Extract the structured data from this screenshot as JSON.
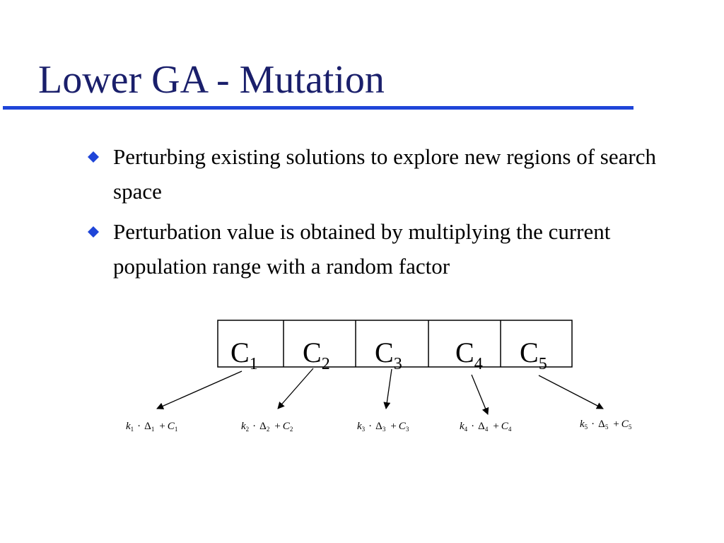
{
  "slide": {
    "title": "Lower GA - Mutation",
    "accent_color": "#1f45d8",
    "title_color": "#1a1f6b",
    "bullet_icon": "diamond-bullet-icon",
    "bullets": [
      "Perturbing existing solutions to explore new regions of search space",
      "Perturbation value is obtained by multiplying the current population range with a random factor"
    ]
  },
  "diagram": {
    "cells": [
      {
        "letter": "C",
        "index": "1"
      },
      {
        "letter": "C",
        "index": "2"
      },
      {
        "letter": "C",
        "index": "3"
      },
      {
        "letter": "C",
        "index": "4"
      },
      {
        "letter": "C",
        "index": "5"
      }
    ],
    "formulas": [
      {
        "k": "k",
        "ki": "1",
        "dot": "·",
        "delta": "Δ",
        "di": "1",
        "plus": "+",
        "c": "C",
        "ci": "1"
      },
      {
        "k": "k",
        "ki": "2",
        "dot": "·",
        "delta": "Δ",
        "di": "2",
        "plus": "+",
        "c": "C",
        "ci": "2"
      },
      {
        "k": "k",
        "ki": "3",
        "dot": "·",
        "delta": "Δ",
        "di": "3",
        "plus": "+",
        "c": "C",
        "ci": "3"
      },
      {
        "k": "k",
        "ki": "4",
        "dot": "·",
        "delta": "Δ",
        "di": "4",
        "plus": "+",
        "c": "C",
        "ci": "4"
      },
      {
        "k": "k",
        "ki": "5",
        "dot": "·",
        "delta": "Δ",
        "di": "5",
        "plus": "+",
        "c": "C",
        "ci": "5"
      }
    ]
  }
}
